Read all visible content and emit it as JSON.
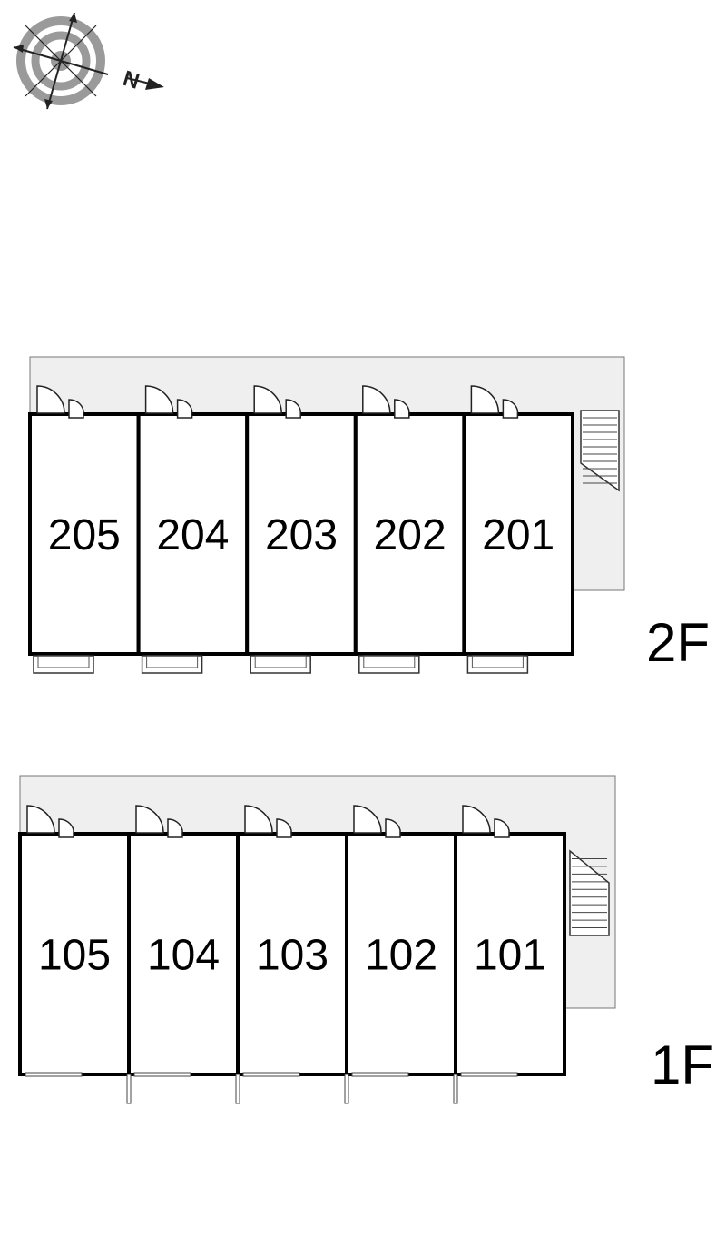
{
  "compass": {
    "north_label": "N",
    "icon": "compass-icon"
  },
  "floors": [
    {
      "id": "2F",
      "label": "2F",
      "rooms": [
        "205",
        "204",
        "203",
        "202",
        "201"
      ]
    },
    {
      "id": "1F",
      "label": "1F",
      "rooms": [
        "105",
        "104",
        "103",
        "102",
        "101"
      ]
    }
  ],
  "colors": {
    "walkway": "#efefef",
    "wall": "#000000",
    "compass_gray": "#999999"
  }
}
